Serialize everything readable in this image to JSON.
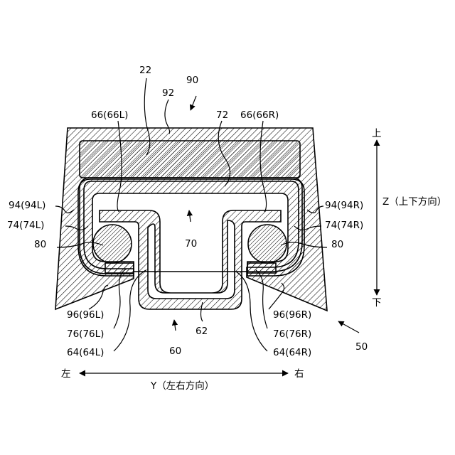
{
  "labels": {
    "l22": "22",
    "l90": "90",
    "l92": "92",
    "l66L": "66(66L)",
    "l72": "72",
    "l66R": "66(66R)",
    "l94L": "94(94L)",
    "l74L": "74(74L)",
    "l80L": "80",
    "l70": "70",
    "l94R": "94(94R)",
    "l74R": "74(74R)",
    "l80R": "80",
    "l96L": "96(96L)",
    "l76L": "76(76L)",
    "l64L": "64(64L)",
    "l62": "62",
    "l60": "60",
    "l96R": "96(96R)",
    "l76R": "76(76R)",
    "l64R": "64(64R)",
    "l50": "50"
  },
  "axes": {
    "z_top": "上",
    "z_bottom": "下",
    "z_label": "Z（上下方向）",
    "y_left": "左",
    "y_right": "右",
    "y_label": "Y（左右方向）"
  }
}
